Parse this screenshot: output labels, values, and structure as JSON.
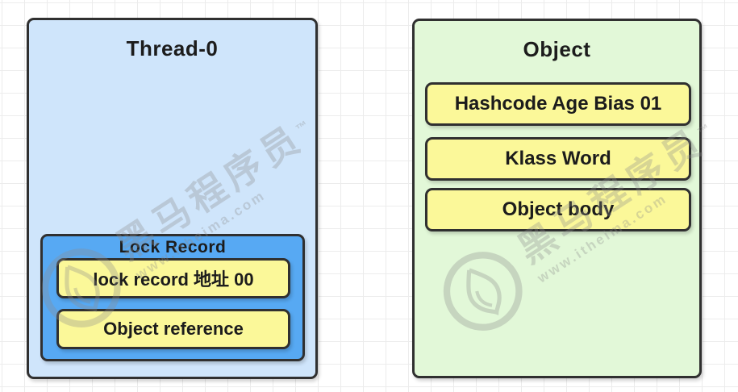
{
  "diagram": {
    "thread": {
      "title": "Thread-0",
      "lock_record": {
        "title": "Lock Record",
        "rows": [
          {
            "label": "lock record 地址 00"
          },
          {
            "label": "Object reference"
          }
        ]
      }
    },
    "object": {
      "title": "Object",
      "header_rows": [
        {
          "label": "Hashcode Age Bias 01"
        },
        {
          "label": "Klass Word"
        }
      ],
      "body_label": "Object body"
    }
  },
  "watermark": {
    "brand": "黑马程序员",
    "tm": "™",
    "url": "www.itheima.com"
  },
  "colors": {
    "thread_fill": "#cfe5fb",
    "lock_fill": "#57a9f3",
    "yellow_fill": "#fbf899",
    "object_fill": "#e2f8d8",
    "border": "#303030",
    "text": "#1c1c1c",
    "grid_line": "#ececec",
    "watermark": "rgba(140,140,140,0.32)"
  }
}
